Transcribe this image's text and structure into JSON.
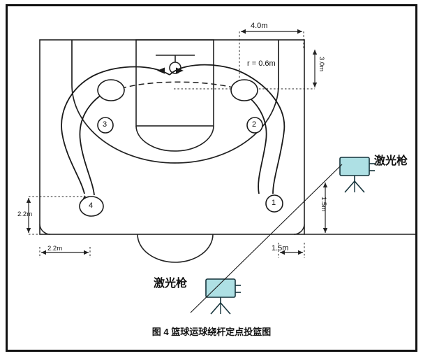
{
  "figure": {
    "caption": "图 4   篮球运球绕杆定点投篮图",
    "caption_number": "图 4",
    "caption_title": "篮球运球绕杆定点投篮图"
  },
  "dimensions": {
    "top_width": "4.0m",
    "radius": "r = 0.6m",
    "right_top_height": "3.0m",
    "left_bottom_height": "2.2m",
    "bottom_left_width": "2.2m",
    "laser_height_right": "1.5m",
    "laser_offset_bottom": "1.5m"
  },
  "markers": {
    "cone_1": "1",
    "cone_2": "2",
    "cone_3": "3",
    "cone_4": "4"
  },
  "devices": {
    "laser_right_label": "激光枪",
    "laser_bottom_label": "激光枪"
  },
  "colors": {
    "frame": "#111111",
    "line": "#1a1a1a",
    "laser_body": "#aee0e4",
    "laser_stroke": "#14323a",
    "court_line": "#222222"
  }
}
